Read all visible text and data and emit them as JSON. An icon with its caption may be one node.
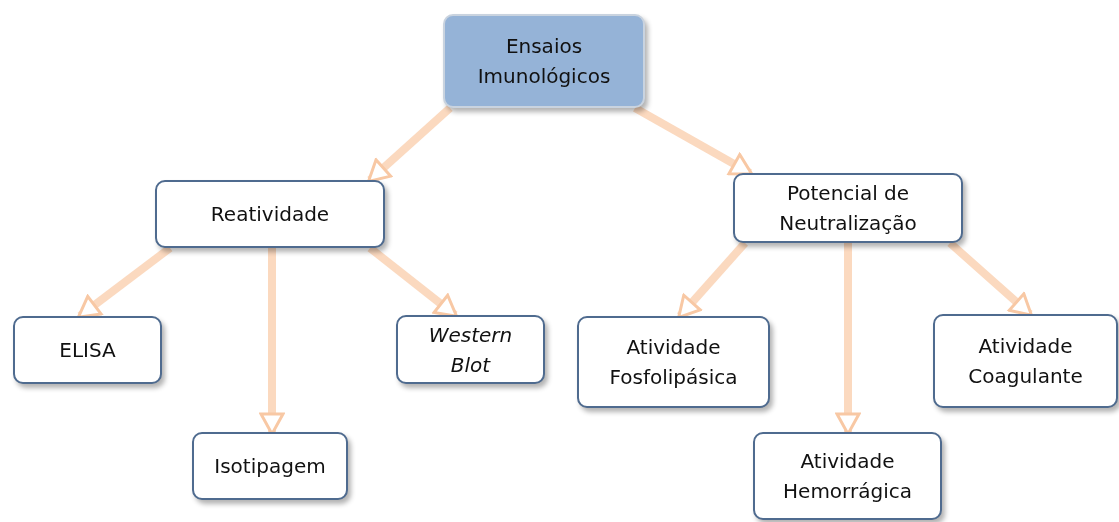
{
  "diagram": {
    "nodes": [
      {
        "text": [
          "Ensaios Imunológicos"
        ]
      },
      {
        "text": [
          "Reatividade"
        ]
      },
      {
        "text": [
          "Potencial de Neutralização"
        ]
      },
      {
        "text": [
          "ELISA"
        ]
      },
      {
        "text": [
          "Isotipagem"
        ]
      },
      {
        "text": [
          "*Western Blot*"
        ]
      },
      {
        "text": [
          "Atividade Fosfolipásica"
        ]
      },
      {
        "text": [
          "Atividade Hemorrágica"
        ]
      },
      {
        "text": [
          "Atividade Coagulante"
        ]
      }
    ],
    "edges": [
      {
        "from": 0,
        "to": 1,
        "arrow": "to"
      },
      {
        "from": 0,
        "to": 2,
        "arrow": "to"
      },
      {
        "from": 1,
        "to": 3,
        "arrow": "to"
      },
      {
        "from": 1,
        "to": 4,
        "arrow": "to"
      },
      {
        "from": 1,
        "to": 5,
        "arrow": "to"
      },
      {
        "from": 2,
        "to": 6,
        "arrow": "to"
      },
      {
        "from": 2,
        "to": 7,
        "arrow": "to"
      },
      {
        "from": 2,
        "to": 8,
        "arrow": "to"
      }
    ]
  }
}
